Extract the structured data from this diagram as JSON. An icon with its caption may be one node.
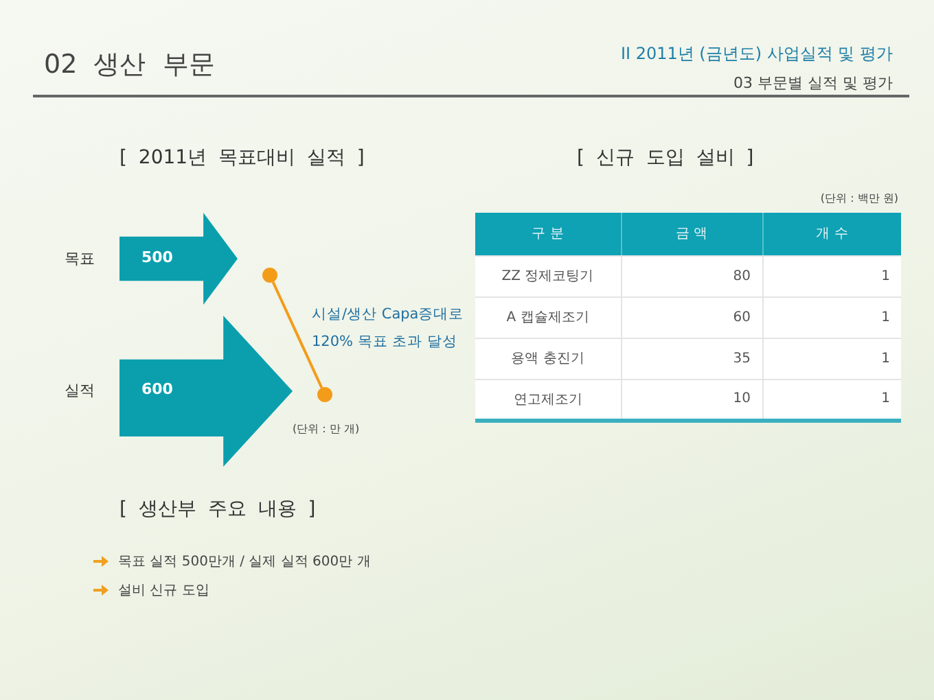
{
  "diagram": {
    "title": "02 생산 부문",
    "nodes": [
      {
        "text": [
          "500"
        ],
        "beside": [
          "목표"
        ]
      },
      {
        "text": [
          "600"
        ],
        "beside": [
          "실적"
        ]
      },
      {
        "text": [],
        "shape": "circle"
      },
      {
        "text": [],
        "shape": "circle"
      }
    ],
    "edges": [
      {
        "from": 2,
        "to": 3,
        "arrow": "none"
      }
    ],
    "labels": [
      "II 2011년 (금년도) 사업실적 및 평가",
      "03 부문별 실적 및 평가",
      "[ 2011년 목표대비 실적 ]",
      "시설/생산 Capa증대로 120% 목표 초과 달성",
      "(단위 : 만 개)",
      "[ 신규 도입 설비 ]",
      "(단위 : 백만 원)",
      "구 분",
      "금 액",
      "개 수",
      "ZZ 정제코팅기",
      "80",
      "1",
      "A 캡슐제조기",
      "60",
      "1",
      "용액 충진기",
      "35",
      "1",
      "연고제조기",
      "10",
      "1",
      "[ 생산부 주요 내용 ]",
      "목표 실적 500만개 / 실제 실적 600만 개",
      "설비 신규 도입"
    ]
  }
}
